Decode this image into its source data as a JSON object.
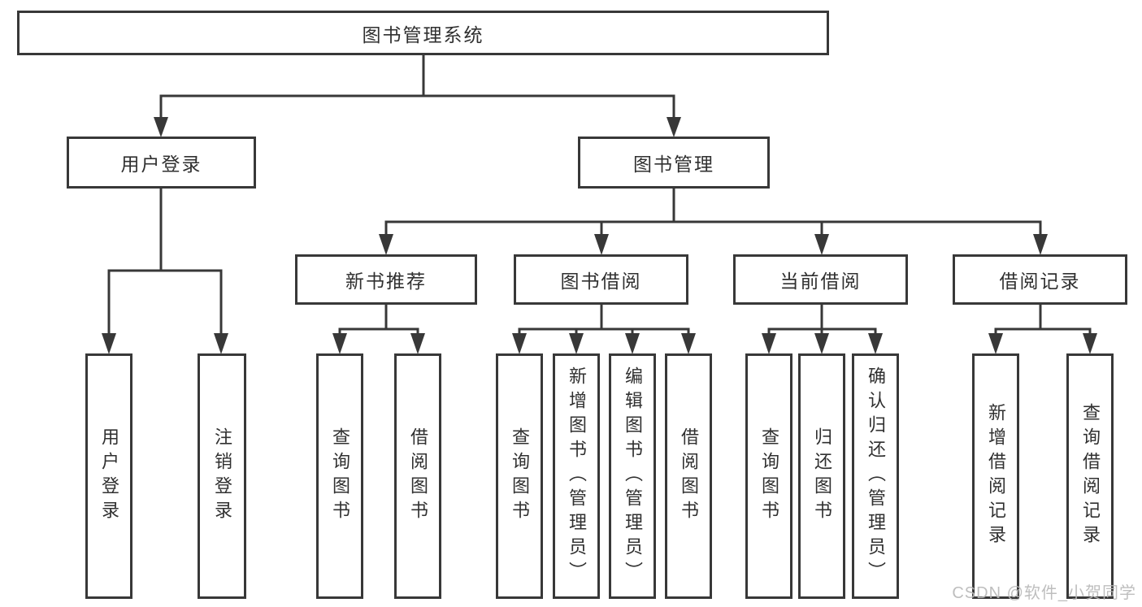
{
  "diagram": {
    "title": "图书管理系统",
    "watermark": "CSDN @软件_小贺同学",
    "colors": {
      "line": "#383838",
      "box_border": "#383838",
      "text": "#303030",
      "watermark": "#b8b8b8",
      "background": "#ffffff"
    },
    "nodes": {
      "root": {
        "label": "图书管理系统"
      },
      "user_login": {
        "label": "用户登录"
      },
      "book_mgmt": {
        "label": "图书管理"
      },
      "new_book_rec": {
        "label": "新书推荐"
      },
      "book_borrow": {
        "label": "图书借阅"
      },
      "current_borrow": {
        "label": "当前借阅"
      },
      "borrow_record": {
        "label": "借阅记录"
      },
      "leaf_login": {
        "label": "用户登录"
      },
      "leaf_logout": {
        "label": "注销登录"
      },
      "leaf_rec_query": {
        "label": "查询图书"
      },
      "leaf_rec_borrow": {
        "label": "借阅图书"
      },
      "leaf_bb_query": {
        "label": "查询图书"
      },
      "leaf_bb_add": {
        "label": "新增图书（管理员）"
      },
      "leaf_bb_edit": {
        "label": "编辑图书（管理员）"
      },
      "leaf_bb_borrow": {
        "label": "借阅图书"
      },
      "leaf_cb_query": {
        "label": "查询图书"
      },
      "leaf_cb_return": {
        "label": "归还图书"
      },
      "leaf_cb_confirm": {
        "label": "确认归还（管理员）"
      },
      "leaf_br_add": {
        "label": "新增借阅记录"
      },
      "leaf_br_query": {
        "label": "查询借阅记录"
      }
    },
    "hierarchy": [
      {
        "parent": "图书管理系统",
        "children": [
          "用户登录",
          "图书管理"
        ]
      },
      {
        "parent": "用户登录",
        "children": [
          "用户登录",
          "注销登录"
        ]
      },
      {
        "parent": "图书管理",
        "children": [
          "新书推荐",
          "图书借阅",
          "当前借阅",
          "借阅记录"
        ]
      },
      {
        "parent": "新书推荐",
        "children": [
          "查询图书",
          "借阅图书"
        ]
      },
      {
        "parent": "图书借阅",
        "children": [
          "查询图书",
          "新增图书（管理员）",
          "编辑图书（管理员）",
          "借阅图书"
        ]
      },
      {
        "parent": "当前借阅",
        "children": [
          "查询图书",
          "归还图书",
          "确认归还（管理员）"
        ]
      },
      {
        "parent": "借阅记录",
        "children": [
          "新增借阅记录",
          "查询借阅记录"
        ]
      }
    ]
  }
}
